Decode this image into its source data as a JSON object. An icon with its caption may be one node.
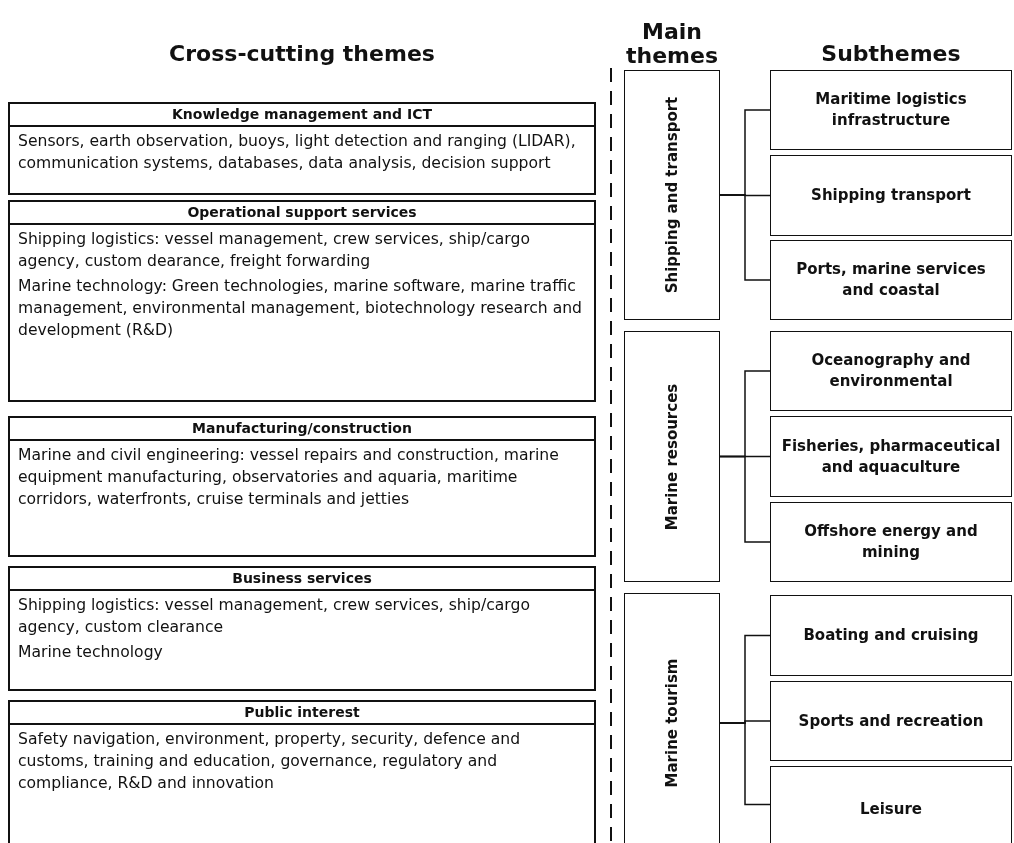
{
  "diagram": {
    "nodes": [
      {
        "text": [
          "Knowledge management and ICT",
          "Sensors, earth observation, buoys, light detection and ranging (LIDAR), communication systems, databases, data analysis, decision support"
        ]
      },
      {
        "text": [
          "Operational support services",
          "Shipping logistics: vessel management, crew services, ship/cargo agency, custom dearance, freight forwarding",
          "Marine technology: Green technologies, marine software, marine traffic management, environmental management, biotechnology research and development (R&D)"
        ]
      },
      {
        "text": [
          "Manufacturing/construction",
          "Marine and civil engineering: vessel repairs and construction, marine equipment manufacturing, observatories and aquaria, maritime corridors, waterfronts, cruise terminals and jetties"
        ]
      },
      {
        "text": [
          "Business services",
          "Shipping logistics: vessel management, crew services, ship/cargo agency, custom clearance",
          "Marine technology"
        ]
      },
      {
        "text": [
          "Public interest",
          "Safety navigation, environment, property, security, defence and customs, training and education, governance, regulatory and compliance, R&D and innovation"
        ]
      },
      {
        "text": [
          "Shipping and transport"
        ]
      },
      {
        "text": [
          "Maritime logistics infrastructure"
        ]
      },
      {
        "text": [
          "Shipping transport"
        ]
      },
      {
        "text": [
          "Ports, marine services and coastal"
        ]
      },
      {
        "text": [
          "Marine resources"
        ]
      },
      {
        "text": [
          "Oceanography and environmental"
        ]
      },
      {
        "text": [
          "Fisheries, pharmaceutical and aquaculture"
        ]
      },
      {
        "text": [
          "Offshore energy and mining"
        ]
      },
      {
        "text": [
          "Marine tourism"
        ]
      },
      {
        "text": [
          "Boating and cruising"
        ]
      },
      {
        "text": [
          "Sports and recreation"
        ]
      },
      {
        "text": [
          "Leisure"
        ]
      }
    ],
    "edges": [
      {
        "from": 5,
        "to": 6,
        "arrow": "none"
      },
      {
        "from": 5,
        "to": 7,
        "arrow": "none"
      },
      {
        "from": 5,
        "to": 8,
        "arrow": "none"
      },
      {
        "from": 9,
        "to": 10,
        "arrow": "none"
      },
      {
        "from": 9,
        "to": 11,
        "arrow": "none"
      },
      {
        "from": 9,
        "to": 12,
        "arrow": "none"
      },
      {
        "from": 13,
        "to": 14,
        "arrow": "none"
      },
      {
        "from": 13,
        "to": 15,
        "arrow": "none"
      },
      {
        "from": 13,
        "to": 16,
        "arrow": "none"
      }
    ],
    "labels": [
      "Cross-cutting themes",
      "Main themes",
      "Subthemes"
    ]
  }
}
